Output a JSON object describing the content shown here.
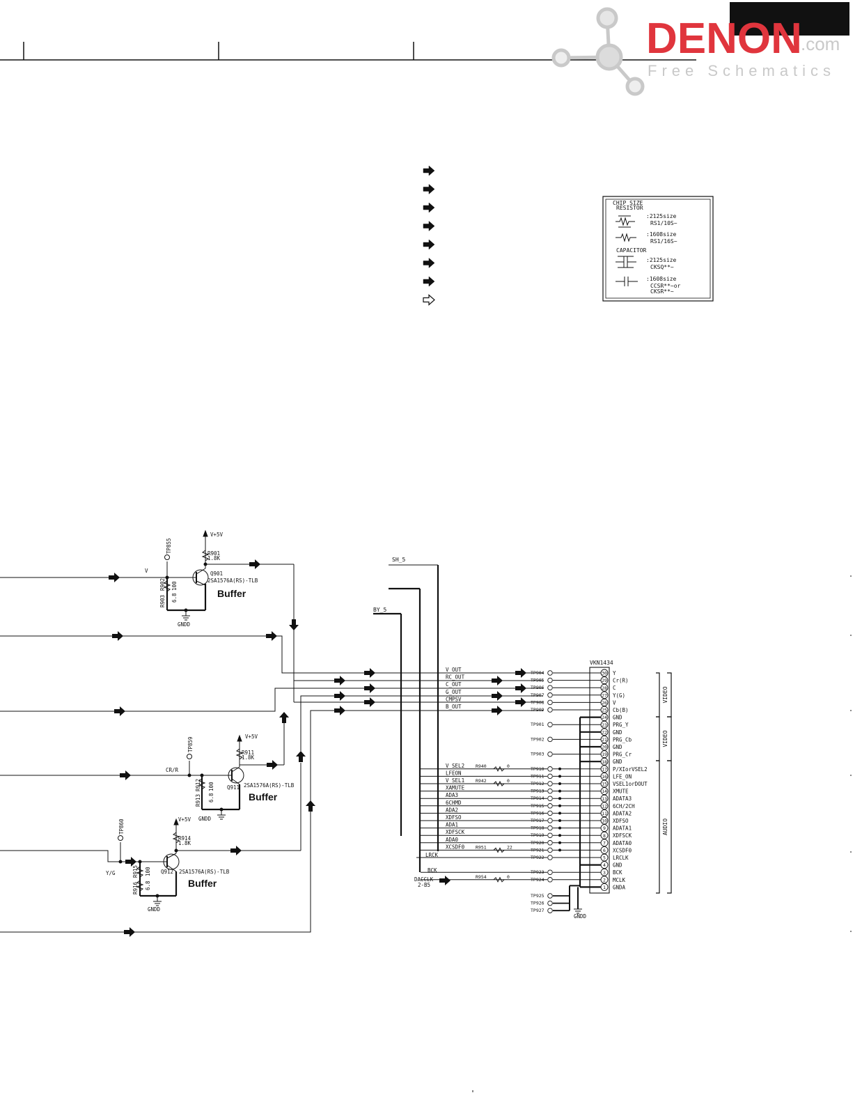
{
  "watermark": {
    "brand": "DENON",
    "domain": ".com",
    "tagline": "Free Schematics"
  },
  "chip_size_legend": {
    "title": "CHIP SIZE",
    "resistor_heading": "RESISTOR",
    "resistor_2125": ":2125size",
    "resistor_2125_part": "RS1/10S~",
    "resistor_1608": ":1608size",
    "resistor_1608_part": "RS1/16S~",
    "capacitor_heading": "CAPACITOR",
    "capacitor_2125": ":2125size",
    "capacitor_2125_part": "CKSQ**~",
    "capacitor_1608": ":1608size",
    "capacitor_1608_part1": "CCSR**~or",
    "capacitor_1608_part2": "CKSR**~"
  },
  "signal_arrow_legend": {
    "filled_count": 7,
    "hollow_count": 1
  },
  "buffers": [
    {
      "transistor": "Q901",
      "part": "2SA1576A(RS)-TLB",
      "label": "Buffer",
      "supply": "V+5V",
      "res_top": "R901",
      "res_top_val": "1.8K",
      "res_a": "R903",
      "res_b": "R902",
      "res_a_val": "6.8",
      "res_b_val": "100",
      "testpoint": "TP855",
      "input": "V",
      "ground": "GNDD"
    },
    {
      "transistor": "Q911",
      "part": "2SA1576A(RS)-TLB",
      "label": "Buffer",
      "supply": "V+5V",
      "res_top": "R911",
      "res_top_val": "1.8K",
      "res_a": "R913",
      "res_b": "R912",
      "res_a_val": "6.8",
      "res_b_val": "100",
      "testpoint": "TP859",
      "input": "CR/R",
      "ground": "GNDD"
    },
    {
      "transistor": "Q912",
      "part": "2SA1576A(RS)-TLB",
      "label": "Buffer",
      "supply": "V+5V",
      "res_top": "R914",
      "res_top_val": "1.8K",
      "res_a": "R916",
      "res_b": "R915",
      "res_a_val": "6.8",
      "res_b_val": "100",
      "testpoint": "TP860",
      "input": "Y/G",
      "ground": "GNDD"
    }
  ],
  "bus_labels": {
    "sh": "SH_5",
    "by": "BY_5",
    "dacclk": "DACCLK",
    "dacclk_ref": "2-B5",
    "lrck": "LRCK",
    "bck": "BCK",
    "gndd": "GNDD"
  },
  "connector": {
    "name": "VKN1434",
    "group_video1": "VIDEO",
    "group_video2": "VIDEO",
    "group_audio": "AUDIO",
    "rows": [
      {
        "pin": "30",
        "func": "Y",
        "tp": "TP904",
        "net": "V_OUT"
      },
      {
        "pin": "29",
        "func": "Cr(R)",
        "tp": "TP905",
        "net": "RC_OUT"
      },
      {
        "pin": "28",
        "func": "C",
        "tp": "TP906",
        "net": "C_OUT"
      },
      {
        "pin": "27",
        "func": "Y(G)",
        "tp": "TP907",
        "net": "G_OUT"
      },
      {
        "pin": "26",
        "func": "V",
        "tp": "TP908",
        "net": "CMPSV"
      },
      {
        "pin": "25",
        "func": "Cb(B)",
        "tp": "TP909",
        "net": "B_OUT"
      },
      {
        "pin": "24",
        "func": "GND",
        "tp": "",
        "net": ""
      },
      {
        "pin": "23",
        "func": "PRG_Y",
        "tp": "TP901",
        "net": ""
      },
      {
        "pin": "22",
        "func": "GND",
        "tp": "",
        "net": ""
      },
      {
        "pin": "21",
        "func": "PRG_Cb",
        "tp": "TP902",
        "net": ""
      },
      {
        "pin": "20",
        "func": "GND",
        "tp": "",
        "net": ""
      },
      {
        "pin": "19",
        "func": "PRG_Cr",
        "tp": "TP903",
        "net": ""
      },
      {
        "pin": "18",
        "func": "GND",
        "tp": "",
        "net": ""
      },
      {
        "pin": "17",
        "func": "P/XIorVSEL2",
        "tp": "TP910",
        "net": "V_SEL2"
      },
      {
        "pin": "16",
        "func": "LFE_ON",
        "tp": "TP911",
        "net": "LFEON"
      },
      {
        "pin": "15",
        "func": "VSEL1orDOUT",
        "tp": "TP912",
        "net": "V_SEL1"
      },
      {
        "pin": "14",
        "func": "XMUTE",
        "tp": "TP913",
        "net": "XAMUTE"
      },
      {
        "pin": "13",
        "func": "ADATA3",
        "tp": "TP914",
        "net": "ADA3"
      },
      {
        "pin": "12",
        "func": "6CH/2CH",
        "tp": "TP915",
        "net": "6CHMD"
      },
      {
        "pin": "11",
        "func": "ADATA2",
        "tp": "TP916",
        "net": "ADA2"
      },
      {
        "pin": "10",
        "func": "XDFSO",
        "tp": "TP917",
        "net": "XDFSO"
      },
      {
        "pin": "9",
        "func": "ADATA1",
        "tp": "TP918",
        "net": "ADA1"
      },
      {
        "pin": "8",
        "func": "XDFSCK",
        "tp": "TP919",
        "net": "XDFSCK"
      },
      {
        "pin": "7",
        "func": "ADATA0",
        "tp": "TP920",
        "net": "ADA0"
      },
      {
        "pin": "6",
        "func": "XCSDF0",
        "tp": "TP921",
        "net": "XCSDF0"
      },
      {
        "pin": "5",
        "func": "LRCLK",
        "tp": "TP922",
        "net": ""
      },
      {
        "pin": "4",
        "func": "GND",
        "tp": "",
        "net": ""
      },
      {
        "pin": "3",
        "func": "BCK",
        "tp": "TP923",
        "net": ""
      },
      {
        "pin": "2",
        "func": "MCLK",
        "tp": "TP924",
        "net": ""
      },
      {
        "pin": "1",
        "func": "GNDA",
        "tp": "",
        "net": ""
      }
    ],
    "extra_testpoints": [
      "TP925",
      "TP926",
      "TP927"
    ]
  },
  "series_resistors": [
    {
      "ref": "R940",
      "value": "0",
      "net": "V_SEL2"
    },
    {
      "ref": "R942",
      "value": "0",
      "net": "V_SEL1"
    },
    {
      "ref": "R951",
      "value": "22",
      "net": "XCSDF0"
    },
    {
      "ref": "R954",
      "value": "0",
      "net": "MCLK"
    }
  ]
}
